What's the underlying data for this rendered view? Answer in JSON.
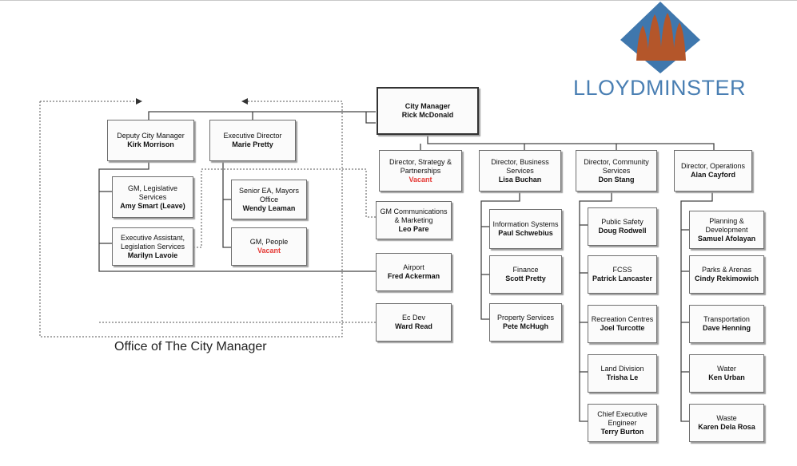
{
  "logo": {
    "text": "LLOYDMINSTER"
  },
  "caption": "Office of The City Manager",
  "nodes": {
    "city_manager": {
      "role": "City Manager",
      "name": "Rick McDonald"
    },
    "deputy": {
      "role": "Deputy City Manager",
      "name": "Kirk Morrison"
    },
    "exec_director": {
      "role": "Executive Director",
      "name": "Marie Pretty"
    },
    "gm_legislative": {
      "role": "GM, Legislative Services",
      "name": "Amy Smart (Leave)"
    },
    "ea_legislation": {
      "role": "Executive Assistant, Legislation Services",
      "name": "Marilyn Lavoie"
    },
    "senior_ea": {
      "role": "Senior EA, Mayors Office",
      "name": "Wendy Leaman"
    },
    "gm_people": {
      "role": "GM, People",
      "name": "Vacant"
    },
    "dir_strategy": {
      "role": "Director, Strategy & Partnerships",
      "name": "Vacant"
    },
    "dir_business": {
      "role": "Director, Business Services",
      "name": "Lisa Buchan"
    },
    "dir_community": {
      "role": "Director, Community Services",
      "name": "Don Stang"
    },
    "dir_operations": {
      "role": "Director, Operations",
      "name": "Alan Cayford"
    },
    "gm_comms": {
      "role": "GM Communications & Marketing",
      "name": "Leo Pare"
    },
    "airport": {
      "role": "Airport",
      "name": "Fred Ackerman"
    },
    "ec_dev": {
      "role": "Ec Dev",
      "name": "Ward Read"
    },
    "info_systems": {
      "role": "Information Systems",
      "name": "Paul Schwebius"
    },
    "finance": {
      "role": "Finance",
      "name": "Scott Pretty"
    },
    "property": {
      "role": "Property Services",
      "name": "Pete McHugh"
    },
    "public_safety": {
      "role": "Public Safety",
      "name": "Doug Rodwell"
    },
    "fcss": {
      "role": "FCSS",
      "name": "Patrick Lancaster"
    },
    "recreation": {
      "role": "Recreation Centres",
      "name": "Joel Turcotte"
    },
    "land": {
      "role": "Land Division",
      "name": "Trisha Le"
    },
    "engineer": {
      "role": "Chief Executive Engineer",
      "name": "Terry Burton"
    },
    "planning": {
      "role": "Planning & Development",
      "name": "Samuel Afolayan"
    },
    "parks": {
      "role": "Parks & Arenas",
      "name": "Cindy Rekimowich"
    },
    "transportation": {
      "role": "Transportation",
      "name": "Dave Henning"
    },
    "water": {
      "role": "Water",
      "name": "Ken Urban"
    },
    "waste": {
      "role": "Waste",
      "name": "Karen Dela Rosa"
    }
  },
  "colors": {
    "logo_blue": "#4a7fb3",
    "logo_diamond": "#3f77ad",
    "logo_towers": "#b4562a",
    "vacant": "#e53935",
    "highlight": "#e02020"
  }
}
